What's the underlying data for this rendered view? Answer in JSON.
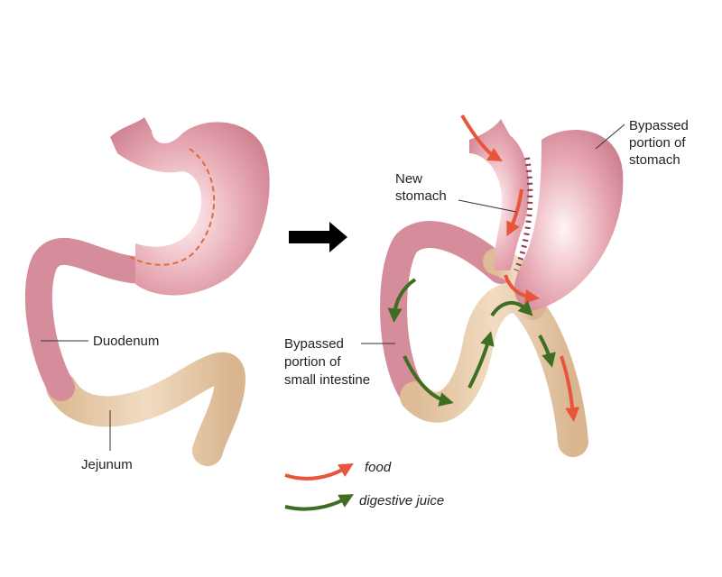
{
  "labels": {
    "duodenum": "Duodenum",
    "jejunum": "Jejunum",
    "new_stomach": [
      "New",
      "stomach"
    ],
    "bypassed_stomach": [
      "Bypassed",
      "portion of",
      "stomach"
    ],
    "bypassed_intestine": [
      "Bypassed",
      "portion of",
      "small intestine"
    ]
  },
  "legend": {
    "food": "food",
    "digestive_juice": "digestive juice"
  },
  "colors": {
    "stomach": "#d98a98",
    "intestine": "#e6c9a6",
    "food_arrow": "#e8553a",
    "juice_arrow": "#3f6e22",
    "main_arrow": "#000000"
  }
}
